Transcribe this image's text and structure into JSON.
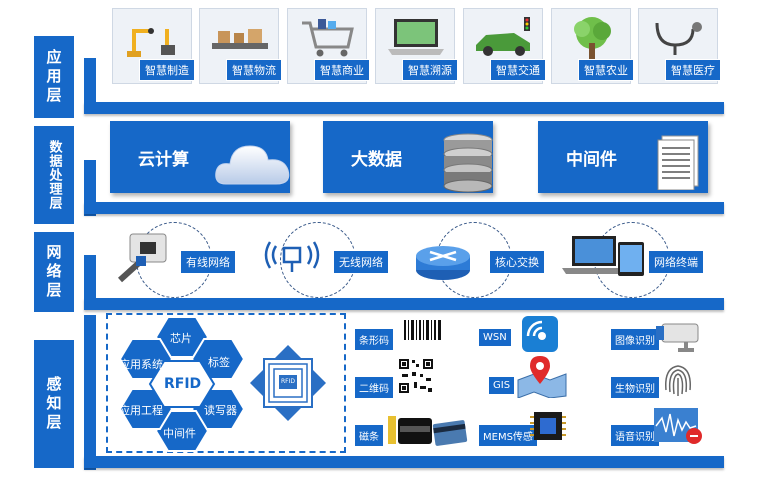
{
  "layers": {
    "application": "应用层",
    "data_processing": "数据处理层",
    "network": "网络层",
    "sensing": "感知层"
  },
  "applications": [
    {
      "label": "智慧制造",
      "icon": "robot-arm-icon"
    },
    {
      "label": "智慧物流",
      "icon": "conveyor-icon"
    },
    {
      "label": "智慧商业",
      "icon": "shopping-cart-icon"
    },
    {
      "label": "智慧溯源",
      "icon": "laptop-icon"
    },
    {
      "label": "智慧交通",
      "icon": "car-icon"
    },
    {
      "label": "智慧农业",
      "icon": "tree-icon"
    },
    {
      "label": "智慧医疗",
      "icon": "stethoscope-icon"
    }
  ],
  "data_processing": [
    {
      "label": "云计算",
      "icon": "cloud-icon"
    },
    {
      "label": "大数据",
      "icon": "database-icon"
    },
    {
      "label": "中间件",
      "icon": "document-icon"
    }
  ],
  "network": [
    {
      "label": "有线网络",
      "icon": "ethernet-icon"
    },
    {
      "label": "无线网络",
      "icon": "wireless-icon"
    },
    {
      "label": "核心交换",
      "icon": "switch-icon"
    },
    {
      "label": "网络终端",
      "icon": "devices-icon"
    }
  ],
  "rfid": {
    "center": "RFID",
    "chip": "芯片",
    "tag": "标签",
    "reader": "读写器",
    "middleware": "中间件",
    "app_engineering": "应用工程",
    "app_system": "应用系统",
    "card_label": "RFID"
  },
  "sensing": [
    {
      "label": "条形码",
      "icon": "barcode-icon"
    },
    {
      "label": "二维码",
      "icon": "qrcode-icon"
    },
    {
      "label": "磁条",
      "icon": "magstripe-icon"
    },
    {
      "label": "WSN",
      "icon": "wsn-icon"
    },
    {
      "label": "GIS",
      "icon": "map-pin-icon"
    },
    {
      "label": "MEMS传感",
      "icon": "chip-icon"
    },
    {
      "label": "图像识别",
      "icon": "camera-icon"
    },
    {
      "label": "生物识别",
      "icon": "fingerprint-icon"
    },
    {
      "label": "语音识别",
      "icon": "audio-icon"
    }
  ],
  "colors": {
    "primary": "#1668c8"
  }
}
